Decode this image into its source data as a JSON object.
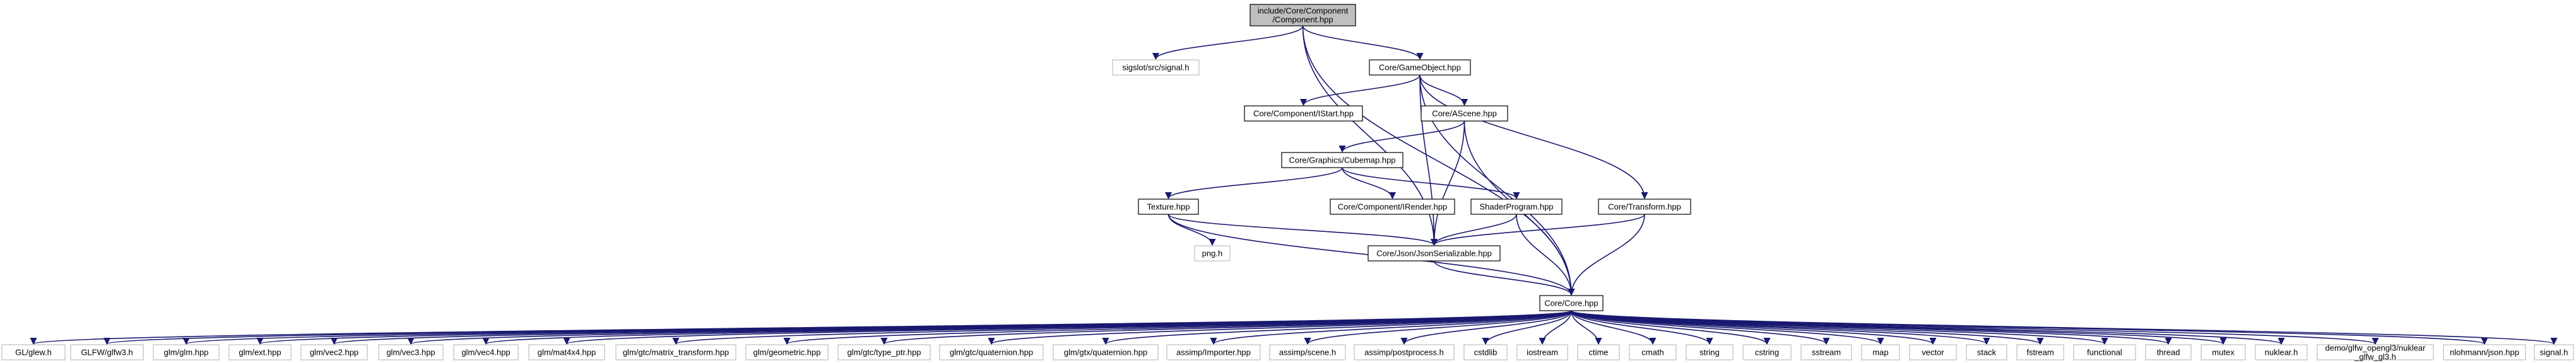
{
  "colors": {
    "edge": "#191970",
    "node_border": "#000000",
    "node_fill": "#ffffff",
    "root_fill": "#bfbfbf",
    "external_border": "#bfbfbf",
    "external_text": "#000000"
  },
  "nodes": [
    {
      "id": "root",
      "lines": [
        "include/Core/Component",
        "/Component.hpp"
      ],
      "kind": "root"
    },
    {
      "id": "sigslot",
      "lines": [
        "sigslot/src/signal.h"
      ],
      "kind": "external"
    },
    {
      "id": "gameobject",
      "lines": [
        "Core/GameObject.hpp"
      ],
      "kind": "internal"
    },
    {
      "id": "istart",
      "lines": [
        "Core/Component/IStart.hpp"
      ],
      "kind": "internal"
    },
    {
      "id": "ascene",
      "lines": [
        "Core/AScene.hpp"
      ],
      "kind": "internal"
    },
    {
      "id": "cubemap",
      "lines": [
        "Core/Graphics/Cubemap.hpp"
      ],
      "kind": "internal"
    },
    {
      "id": "transform",
      "lines": [
        "Core/Transform.hpp"
      ],
      "kind": "internal"
    },
    {
      "id": "texture",
      "lines": [
        "Texture.hpp"
      ],
      "kind": "internal"
    },
    {
      "id": "irender",
      "lines": [
        "Core/Component/IRender.hpp"
      ],
      "kind": "internal"
    },
    {
      "id": "shader",
      "lines": [
        "ShaderProgram.hpp"
      ],
      "kind": "internal"
    },
    {
      "id": "png",
      "lines": [
        "png.h"
      ],
      "kind": "external"
    },
    {
      "id": "json",
      "lines": [
        "Core/Json/JsonSerializable.hpp"
      ],
      "kind": "internal"
    },
    {
      "id": "core",
      "lines": [
        "Core/Core.hpp"
      ],
      "kind": "internal"
    },
    {
      "id": "l0",
      "lines": [
        "GL/glew.h"
      ],
      "kind": "external"
    },
    {
      "id": "l1",
      "lines": [
        "GLFW/glfw3.h"
      ],
      "kind": "external"
    },
    {
      "id": "l2",
      "lines": [
        "glm/glm.hpp"
      ],
      "kind": "external"
    },
    {
      "id": "l3",
      "lines": [
        "glm/ext.hpp"
      ],
      "kind": "external"
    },
    {
      "id": "l4",
      "lines": [
        "glm/vec2.hpp"
      ],
      "kind": "external"
    },
    {
      "id": "l5",
      "lines": [
        "glm/vec3.hpp"
      ],
      "kind": "external"
    },
    {
      "id": "l6",
      "lines": [
        "glm/vec4.hpp"
      ],
      "kind": "external"
    },
    {
      "id": "l7",
      "lines": [
        "glm/mat4x4.hpp"
      ],
      "kind": "external"
    },
    {
      "id": "l8",
      "lines": [
        "glm/gtc/matrix_transform.hpp"
      ],
      "kind": "external"
    },
    {
      "id": "l9",
      "lines": [
        "glm/geometric.hpp"
      ],
      "kind": "external"
    },
    {
      "id": "l10",
      "lines": [
        "glm/gtc/type_ptr.hpp"
      ],
      "kind": "external"
    },
    {
      "id": "l11",
      "lines": [
        "glm/gtc/quaternion.hpp"
      ],
      "kind": "external"
    },
    {
      "id": "l12",
      "lines": [
        "glm/gtx/quaternion.hpp"
      ],
      "kind": "external"
    },
    {
      "id": "l13",
      "lines": [
        "assimp/Importer.hpp"
      ],
      "kind": "external"
    },
    {
      "id": "l14",
      "lines": [
        "assimp/scene.h"
      ],
      "kind": "external"
    },
    {
      "id": "l15",
      "lines": [
        "assimp/postprocess.h"
      ],
      "kind": "external"
    },
    {
      "id": "l16",
      "lines": [
        "cstdlib"
      ],
      "kind": "external"
    },
    {
      "id": "l17",
      "lines": [
        "iostream"
      ],
      "kind": "external"
    },
    {
      "id": "l18",
      "lines": [
        "ctime"
      ],
      "kind": "external"
    },
    {
      "id": "l19",
      "lines": [
        "cmath"
      ],
      "kind": "external"
    },
    {
      "id": "l20",
      "lines": [
        "string"
      ],
      "kind": "external"
    },
    {
      "id": "l21",
      "lines": [
        "cstring"
      ],
      "kind": "external"
    },
    {
      "id": "l22",
      "lines": [
        "sstream"
      ],
      "kind": "external"
    },
    {
      "id": "l23",
      "lines": [
        "map"
      ],
      "kind": "external"
    },
    {
      "id": "l24",
      "lines": [
        "vector"
      ],
      "kind": "external"
    },
    {
      "id": "l25",
      "lines": [
        "stack"
      ],
      "kind": "external"
    },
    {
      "id": "l26",
      "lines": [
        "fstream"
      ],
      "kind": "external"
    },
    {
      "id": "l27",
      "lines": [
        "functional"
      ],
      "kind": "external"
    },
    {
      "id": "l28",
      "lines": [
        "thread"
      ],
      "kind": "external"
    },
    {
      "id": "l29",
      "lines": [
        "mutex"
      ],
      "kind": "external"
    },
    {
      "id": "l30",
      "lines": [
        "nuklear.h"
      ],
      "kind": "external"
    },
    {
      "id": "l31",
      "lines": [
        "demo/glfw_opengl3/nuklear",
        "_glfw_gl3.h"
      ],
      "kind": "external"
    },
    {
      "id": "l32",
      "lines": [
        "nlohmann/json.hpp"
      ],
      "kind": "external"
    },
    {
      "id": "l33",
      "lines": [
        "signal.h"
      ],
      "kind": "external"
    }
  ],
  "edges": [
    [
      "root",
      "sigslot"
    ],
    [
      "root",
      "gameobject"
    ],
    [
      "root",
      "json"
    ],
    [
      "root",
      "core"
    ],
    [
      "gameobject",
      "istart"
    ],
    [
      "gameobject",
      "ascene"
    ],
    [
      "gameobject",
      "transform"
    ],
    [
      "gameobject",
      "json"
    ],
    [
      "gameobject",
      "core"
    ],
    [
      "ascene",
      "cubemap"
    ],
    [
      "ascene",
      "json"
    ],
    [
      "ascene",
      "core"
    ],
    [
      "cubemap",
      "texture"
    ],
    [
      "cubemap",
      "irender"
    ],
    [
      "cubemap",
      "shader"
    ],
    [
      "texture",
      "png"
    ],
    [
      "texture",
      "json"
    ],
    [
      "texture",
      "core"
    ],
    [
      "shader",
      "json"
    ],
    [
      "shader",
      "core"
    ],
    [
      "transform",
      "json"
    ],
    [
      "transform",
      "core"
    ],
    [
      "json",
      "core"
    ],
    [
      "core",
      "l0"
    ],
    [
      "core",
      "l1"
    ],
    [
      "core",
      "l2"
    ],
    [
      "core",
      "l3"
    ],
    [
      "core",
      "l4"
    ],
    [
      "core",
      "l5"
    ],
    [
      "core",
      "l6"
    ],
    [
      "core",
      "l7"
    ],
    [
      "core",
      "l8"
    ],
    [
      "core",
      "l9"
    ],
    [
      "core",
      "l10"
    ],
    [
      "core",
      "l11"
    ],
    [
      "core",
      "l12"
    ],
    [
      "core",
      "l13"
    ],
    [
      "core",
      "l14"
    ],
    [
      "core",
      "l15"
    ],
    [
      "core",
      "l16"
    ],
    [
      "core",
      "l17"
    ],
    [
      "core",
      "l18"
    ],
    [
      "core",
      "l19"
    ],
    [
      "core",
      "l20"
    ],
    [
      "core",
      "l21"
    ],
    [
      "core",
      "l22"
    ],
    [
      "core",
      "l23"
    ],
    [
      "core",
      "l24"
    ],
    [
      "core",
      "l25"
    ],
    [
      "core",
      "l26"
    ],
    [
      "core",
      "l27"
    ],
    [
      "core",
      "l28"
    ],
    [
      "core",
      "l29"
    ],
    [
      "core",
      "l30"
    ],
    [
      "core",
      "l31"
    ],
    [
      "core",
      "l32"
    ],
    [
      "core",
      "l33"
    ]
  ]
}
